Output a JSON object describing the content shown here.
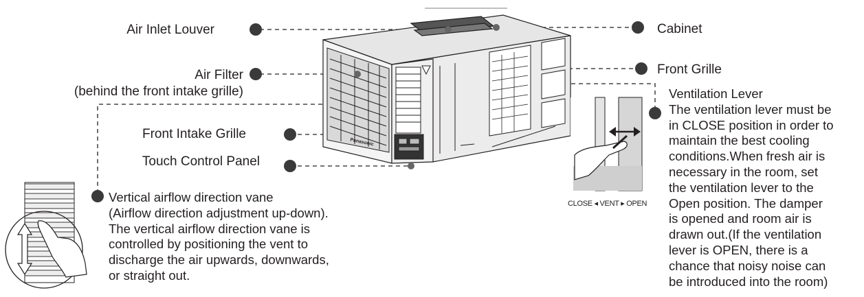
{
  "labels": {
    "air_inlet_louver": "Air Inlet Louver",
    "cabinet": "Cabinet",
    "air_filter": "Air Filter",
    "air_filter_note": "(behind the front intake grille)",
    "front_grille": "Front Grille",
    "front_intake_grille": "Front Intake Grille",
    "touch_control_panel": "Touch Control Panel"
  },
  "ventilation": {
    "title": "Ventilation Lever",
    "lines": [
      "The ventilation lever must be",
      "in CLOSE position in order to",
      "maintain the best cooling",
      "conditions.When fresh air is",
      "necessary in the room, set",
      "the ventilation lever to the",
      "Open position. The damper",
      "is opened and room air is",
      "drawn out.(If the ventilation",
      "lever is OPEN, there is a",
      "chance that noisy noise can",
      "be introduced into the room)"
    ],
    "scale_label": "CLOSE ◂ VENT ▸ OPEN"
  },
  "vane": {
    "lines": [
      "Vertical airflow direction vane",
      "(Airflow direction adjustment up-down).",
      "The vertical airflow direction vane is",
      "controlled by positioning the vent to",
      "discharge the air upwards, downwards,",
      "or straight out."
    ]
  },
  "brand_label": "Panasonic",
  "colors": {
    "ink": "#231f20",
    "dot": "#3a3a3a",
    "unit_fill": "#f2f2f2"
  }
}
